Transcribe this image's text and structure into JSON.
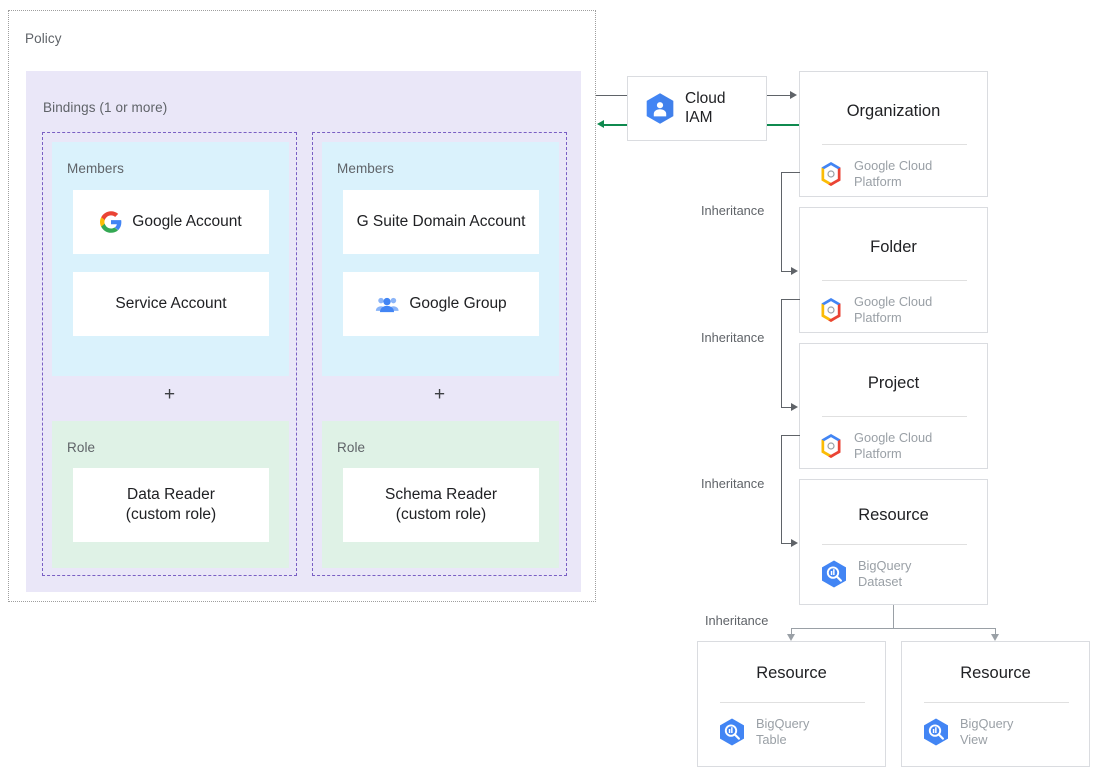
{
  "policy": {
    "label": "Policy",
    "bindings_label": "Bindings (1 or more)",
    "plus_symbol": "+",
    "bindings": [
      {
        "members_label": "Members",
        "members": [
          {
            "label": "Google Account",
            "icon": "google-g-icon"
          },
          {
            "label": "Service Account",
            "icon": "none"
          }
        ],
        "role_label": "Role",
        "role": {
          "name": "Data Reader",
          "qualifier": "(custom role)"
        }
      },
      {
        "members_label": "Members",
        "members": [
          {
            "label": "G Suite Domain Account",
            "icon": "none"
          },
          {
            "label": "Google Group",
            "icon": "google-group-icon"
          }
        ],
        "role_label": "Role",
        "role": {
          "name": "Schema Reader",
          "qualifier": "(custom role)"
        }
      }
    ]
  },
  "iam": {
    "line1": "Cloud",
    "line2": "IAM",
    "icon": "cloud-iam-icon"
  },
  "hierarchy": {
    "inheritance_label": "Inheritance",
    "nodes": [
      {
        "title": "Organization",
        "product_line1": "Google Cloud",
        "product_line2": "Platform",
        "icon": "google-cloud-platform-icon"
      },
      {
        "title": "Folder",
        "product_line1": "Google Cloud",
        "product_line2": "Platform",
        "icon": "google-cloud-platform-icon"
      },
      {
        "title": "Project",
        "product_line1": "Google Cloud",
        "product_line2": "Platform",
        "icon": "google-cloud-platform-icon"
      },
      {
        "title": "Resource",
        "product_line1": "BigQuery",
        "product_line2": "Dataset",
        "icon": "bigquery-icon"
      },
      {
        "title": "Resource",
        "product_line1": "BigQuery",
        "product_line2": "Table",
        "icon": "bigquery-icon"
      },
      {
        "title": "Resource",
        "product_line1": "BigQuery",
        "product_line2": "View",
        "icon": "bigquery-icon"
      }
    ]
  },
  "colors": {
    "bindings_bg": "#eae7f8",
    "binding_border": "#7a5fc4",
    "members_bg": "#daf2fc",
    "role_bg": "#dff2e6",
    "node_border": "#dadce0",
    "arrow_gray": "#5f6368",
    "arrow_green": "#0f8a4f",
    "muted_text": "#9aa0a6"
  }
}
